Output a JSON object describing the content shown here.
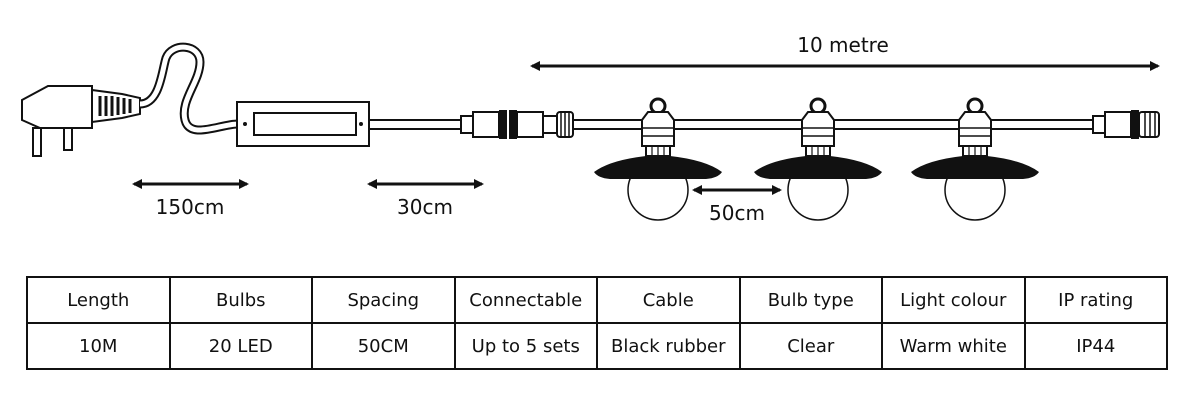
{
  "diagram": {
    "length_label": "10 metre",
    "plug_cable_label": "150cm",
    "lead_label": "30cm",
    "spacing_label": "50cm"
  },
  "table": {
    "headers": [
      "Length",
      "Bulbs",
      "Spacing",
      "Connectable",
      "Cable",
      "Bulb type",
      "Light colour",
      "IP rating"
    ],
    "values": [
      "10M",
      "20 LED",
      "50CM",
      "Up to 5 sets",
      "Black rubber",
      "Clear",
      "Warm white",
      "IP44"
    ]
  },
  "colors": {
    "line": "#111111",
    "background": "#ffffff"
  }
}
